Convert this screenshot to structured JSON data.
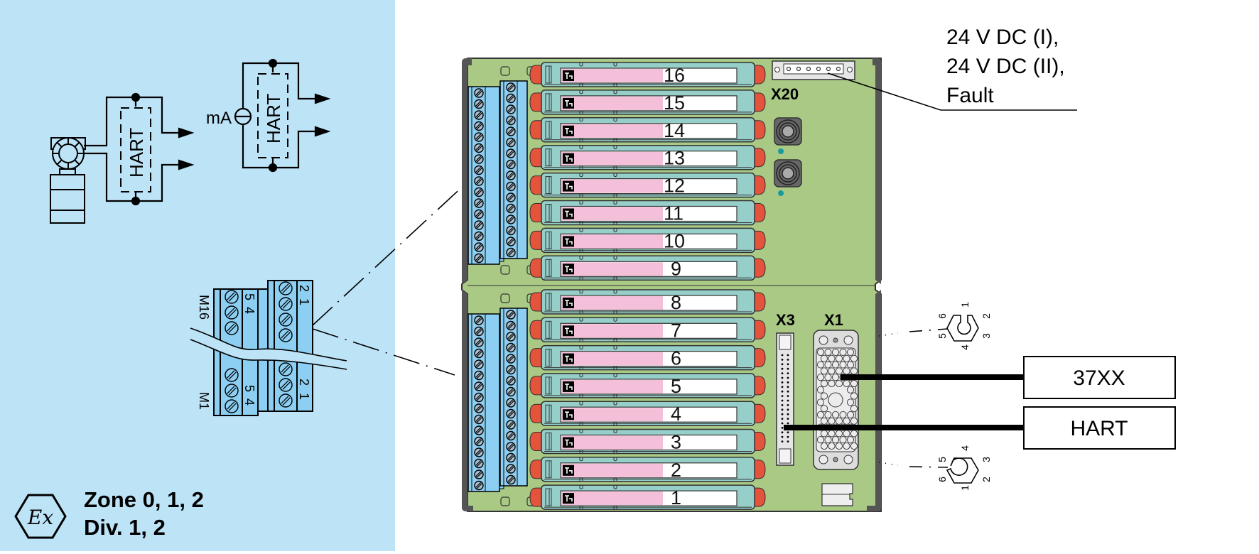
{
  "hazardous_area": {
    "background_color": "#bde3f7",
    "zone_line_1": "Zone 0, 1, 2",
    "zone_line_2": "Div. 1, 2",
    "ex_symbol": "Ex",
    "loop_1": {
      "label": "HART"
    },
    "loop_2": {
      "label": "HART",
      "source_label": "mA"
    },
    "terminal_block": {
      "top_row_label": "M16",
      "bottom_row_label": "M1",
      "pins_left_top": [
        "5",
        "4"
      ],
      "pins_left_bottom": [
        "5",
        "4"
      ],
      "pins_right_top": [
        "2",
        "1"
      ],
      "pins_right_bottom": [
        "2",
        "1"
      ]
    }
  },
  "backplane": {
    "chassis_color": "#a9c985",
    "terminal_color": "#8ccff2",
    "module_color": "#96cfc9",
    "label_color": "#f4bfd9",
    "cap_color": "#e4533b",
    "modules": [
      "16",
      "15",
      "14",
      "13",
      "12",
      "11",
      "10",
      "9",
      "8",
      "7",
      "6",
      "5",
      "4",
      "3",
      "2",
      "1"
    ],
    "connectors": {
      "x20": "X20",
      "x3": "X3",
      "x1": "X1"
    },
    "coding_top_pins": [
      "1",
      "2",
      "3",
      "4",
      "5",
      "6"
    ],
    "coding_bottom_pins": [
      "1",
      "2",
      "3",
      "4",
      "5",
      "6"
    ]
  },
  "annotations": {
    "power_lines": [
      "24 V DC (I),",
      "24 V DC (II),",
      "Fault"
    ],
    "box_37xx": "37XX",
    "box_hart": "HART"
  }
}
